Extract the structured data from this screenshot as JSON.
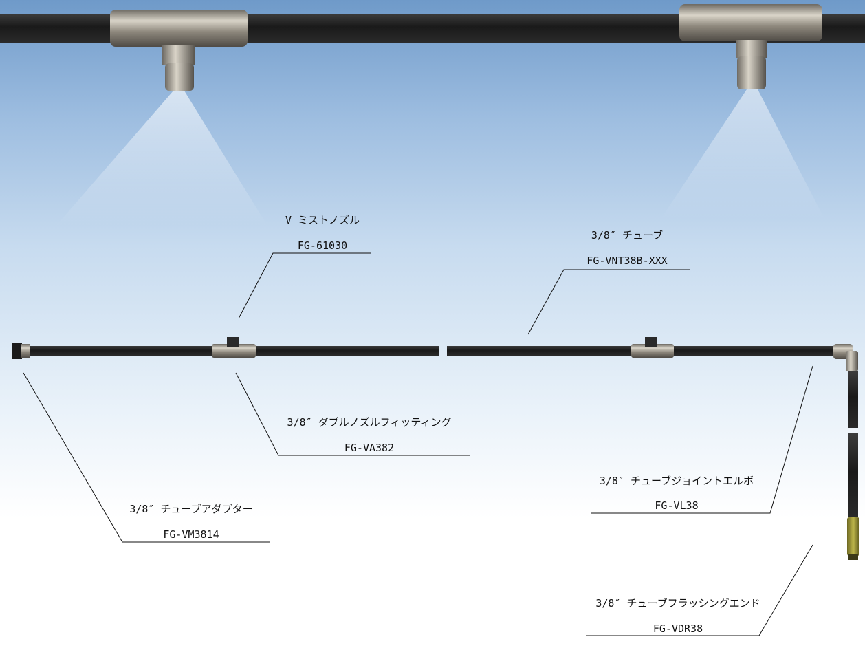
{
  "callouts": [
    {
      "name": "v-mist-nozzle",
      "label": "V ミストノズル",
      "code": "FG-61030"
    },
    {
      "name": "tube",
      "label": "3/8″ チューブ",
      "code": "FG-VNT38B-XXX"
    },
    {
      "name": "double-nozzle-fitting",
      "label": "3/8″ ダブルノズルフィッティング",
      "code": "FG-VA382"
    },
    {
      "name": "tube-joint-elbow",
      "label": "3/8″ チューブジョイントエルボ",
      "code": "FG-VL38"
    },
    {
      "name": "tube-adapter",
      "label": "3/8″ チューブアダプター",
      "code": "FG-VM3814"
    },
    {
      "name": "tube-flushing-end",
      "label": "3/8″ チューブフラッシングエンド",
      "code": "FG-VDR38"
    }
  ]
}
